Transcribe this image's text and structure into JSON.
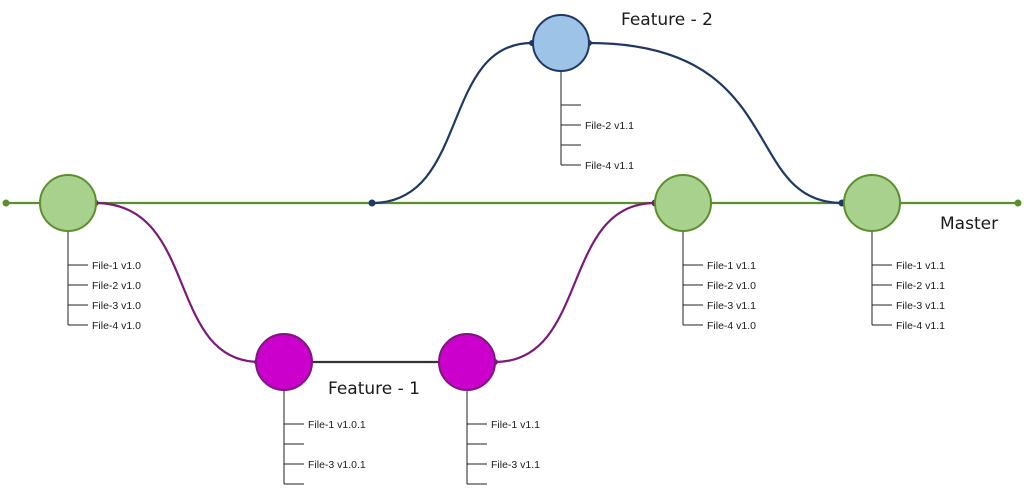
{
  "branches": {
    "master": {
      "label": "Master",
      "color": "#5b8f2e",
      "node_fill": "#a9d18e"
    },
    "feature_1": {
      "label": "Feature - 1",
      "color": "#7a1a7a",
      "node_fill": "#cc00cc"
    },
    "feature_2": {
      "label": "Feature - 2",
      "color": "#1f3864",
      "node_fill": "#9dc3e6"
    }
  },
  "commits": [
    {
      "id": "master-1",
      "branch": "master",
      "files": [
        "File-1 v1.0",
        "File-2 v1.0",
        "File-3 v1.0",
        "File-4 v1.0"
      ]
    },
    {
      "id": "feature1-1",
      "branch": "feature_1",
      "files": [
        "File-1 v1.0.1",
        "",
        "File-3 v1.0.1",
        ""
      ]
    },
    {
      "id": "feature1-2",
      "branch": "feature_1",
      "files": [
        "File-1 v1.1",
        "",
        "File-3 v1.1",
        ""
      ]
    },
    {
      "id": "master-2",
      "branch": "master",
      "files": [
        "File-1 v1.1",
        "File-2 v1.0",
        "File-3 v1.1",
        "File-4 v1.0"
      ]
    },
    {
      "id": "feature2-1",
      "branch": "feature_2",
      "files": [
        "",
        "File-2 v1.1",
        "",
        "File-4 v1.1"
      ]
    },
    {
      "id": "master-3",
      "branch": "master",
      "files": [
        "File-1 v1.1",
        "File-2 v1.1",
        "File-3 v1.1",
        "File-4 v1.1"
      ]
    }
  ]
}
